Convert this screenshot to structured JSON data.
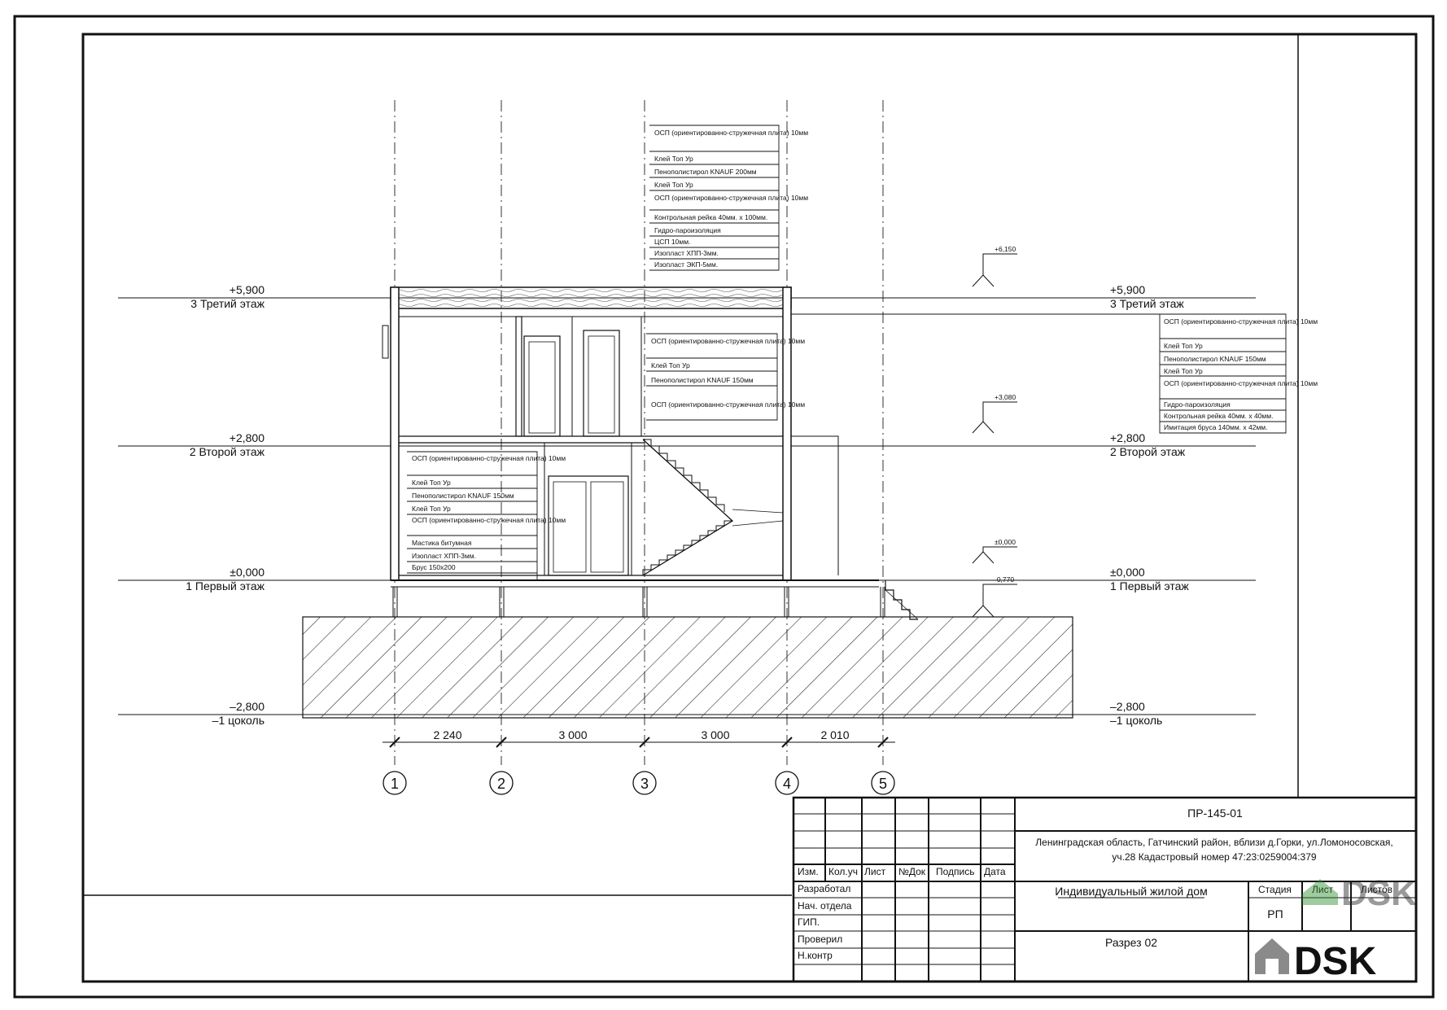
{
  "levels": [
    {
      "value": "+5,900",
      "label": "3 Третий этаж"
    },
    {
      "value": "+2,800",
      "label": "2 Второй этаж"
    },
    {
      "value": "±0,000",
      "label": "1 Первый этаж"
    },
    {
      "value": "–2,800",
      "label": "–1 цоколь"
    }
  ],
  "spot_marks": [
    "+6,150",
    "+3,080",
    "±0,000",
    "-0,770"
  ],
  "axes": [
    "1",
    "2",
    "3",
    "4",
    "5"
  ],
  "dimensions": [
    "2 240",
    "3 000",
    "3 000",
    "2 010"
  ],
  "notes": {
    "roof": [
      "ОСП (ориентированно-стружечная плита) 10мм",
      "Клей Топ Ур",
      "Пенополистирол KNAUF 200мм",
      "Клей Топ Ур",
      "ОСП (ориентированно-стружечная плита) 10мм",
      "Контрольная рейка 40мм. х 100мм.",
      "Гидро-пароизоляция",
      "ЦСП 10мм.",
      "Изопласт ХПП-3мм.",
      "Изопласт ЭКП-5мм."
    ],
    "partition": [
      "ОСП (ориентированно-стружечная плита) 10мм",
      "Клей Топ Ур",
      "Пенополистирол KNAUF 150мм",
      "ОСП (ориентированно-стружечная плита) 10мм"
    ],
    "wall": [
      "ОСП (ориентированно-стружечная плита) 10мм",
      "Клей Топ Ур",
      "Пенополистирол KNAUF 150мм",
      "Клей Топ Ур",
      "ОСП (ориентированно-стружечная плита) 10мм",
      "Гидро-пароизоляция",
      "Контрольная рейка 40мм. х 40мм.",
      "Имитация бруса 140мм. х 42мм."
    ],
    "floor": [
      "ОСП (ориентированно-стружечная плита) 10мм",
      "Клей Топ Ур",
      "Пенополистирол KNAUF 150мм",
      "Клей Топ Ур",
      "ОСП (ориентированно-стружечная плита) 10мм",
      "Мастика битумная",
      "Изопласт ХПП-3мм.",
      "Брус 150х200"
    ]
  },
  "title_block": {
    "code": "ПР-145-01",
    "address_line1": "Ленинградская область, Гатчинский район, вблизи д.Горки, ул.Ломоносовская,",
    "address_line2": "уч.28 Кадастровый номер 47:23:0259004:379",
    "col_headers": [
      "Изм.",
      "Кол.уч",
      "Лист",
      "№Док",
      "Подпись",
      "Дата"
    ],
    "roles": [
      "Разработал",
      "Нач. отдела",
      "ГИП.",
      "Проверил",
      "Н.контр"
    ],
    "object_name": "Индивидуальный жилой дом",
    "sheet_name": "Разрез 02",
    "stage_label": "Стадия",
    "sheet_label": "Лист",
    "sheets_label": "Листов",
    "stage_value": "РП",
    "logo_text": "DSK",
    "watermark_text": "DSK"
  }
}
